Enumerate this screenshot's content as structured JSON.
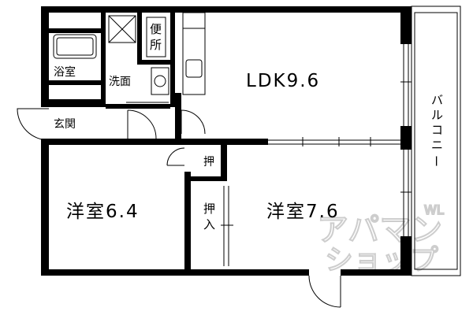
{
  "rooms": {
    "ldk": "LDK9.6",
    "western_a": "洋室6.4",
    "western_b": "洋室7.6",
    "toilet": "便所",
    "bath": "浴室",
    "washroom": "洗面",
    "entrance": "玄関",
    "closet": "押",
    "closet_b_line1": "押",
    "closet_b_line2": "入",
    "balcony": "バルコニー"
  },
  "watermark": {
    "line1": "アパマン",
    "line2": "ショップ",
    "side": "WL"
  }
}
